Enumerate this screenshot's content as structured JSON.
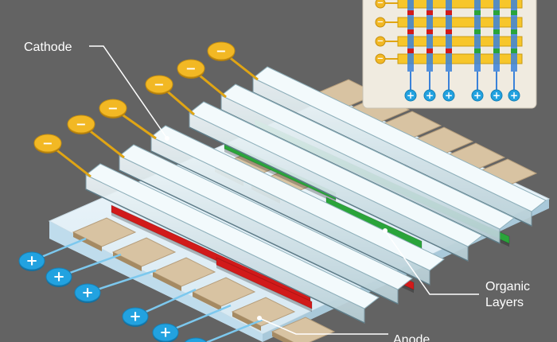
{
  "labels": {
    "cathode": "Cathode",
    "organic_line1": "Organic",
    "organic_line2": "Layers",
    "anode": "Anode"
  },
  "symbols": {
    "negative": "−",
    "positive": "+"
  },
  "colors": {
    "background": "#636363",
    "cathode_strip": "#c8dce4",
    "substrate": "#e6f2f8",
    "anode_pad": "#d8c3a2",
    "red_layer": "#d11a1a",
    "green_layer": "#2aa43a",
    "terminal_gold": "#f2b824",
    "terminal_blue": "#22a2e0"
  }
}
